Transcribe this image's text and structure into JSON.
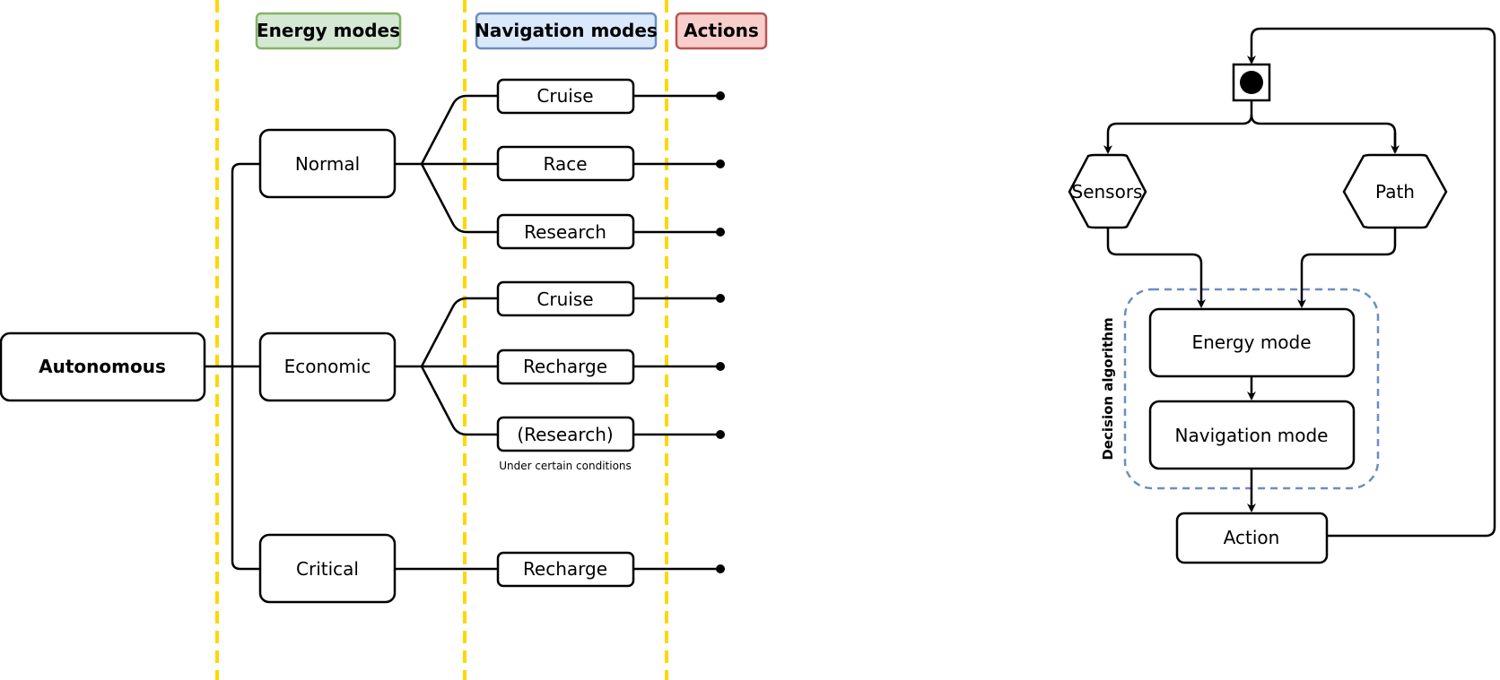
{
  "left_diagram": {
    "headers": {
      "energy_modes": "Energy modes",
      "navigation_modes": "Navigation modes",
      "actions": "Actions"
    },
    "root": "Autonomous",
    "energy": {
      "normal": "Normal",
      "economic": "Economic",
      "critical": "Critical"
    },
    "navigation": {
      "normal_cruise": "Cruise",
      "normal_race": "Race",
      "normal_research": "Research",
      "economic_cruise": "Cruise",
      "economic_recharge": "Recharge",
      "economic_research": "(Research)",
      "critical_recharge": "Recharge"
    },
    "note": "Under certain conditions"
  },
  "right_diagram": {
    "sensors": "Sensors",
    "path": "Path",
    "group_label": "Decision algorithm",
    "energy_mode": "Energy mode",
    "navigation_mode": "Navigation mode",
    "action": "Action"
  },
  "colors": {
    "guide_line": "#FFD700",
    "energy_header_fill": "#D5E8D4",
    "energy_header_stroke": "#82B366",
    "nav_header_fill": "#DAE8FC",
    "nav_header_stroke": "#6C8EBF",
    "actions_header_fill": "#F8CECC",
    "actions_header_stroke": "#B85450",
    "group_stroke": "#6C8EBF"
  }
}
